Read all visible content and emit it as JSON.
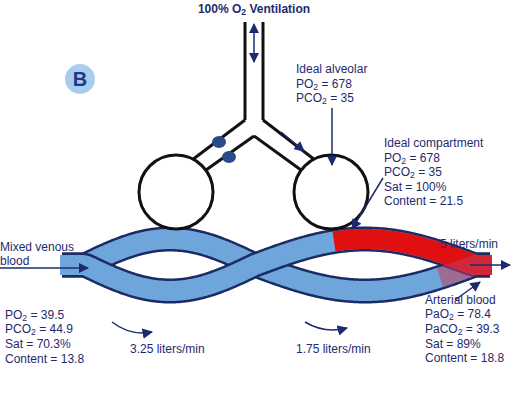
{
  "diagram": {
    "title": "100% O2 Ventilation",
    "nodes": [
      {
        "text": [
          "B"
        ]
      }
    ],
    "labels": [
      "Ideal alveolar",
      "PO2 = 678",
      "PCO2 = 35",
      "Ideal compartment",
      "PO2 = 678",
      "PCO2 = 35",
      "Sat = 100%",
      "Content = 21.5",
      "Mixed venous blood",
      "5 liters/min",
      "PO2 = 39.5",
      "PCO2 = 44.9",
      "Sat = 70.3%",
      "Content = 13.8",
      "3.25 liters/min",
      "1.75 liters/min",
      "Arterial blood",
      "PaO2 = 78.4",
      "PaCO2 = 39.3",
      "Sat = 89%",
      "Content = 18.8"
    ]
  }
}
